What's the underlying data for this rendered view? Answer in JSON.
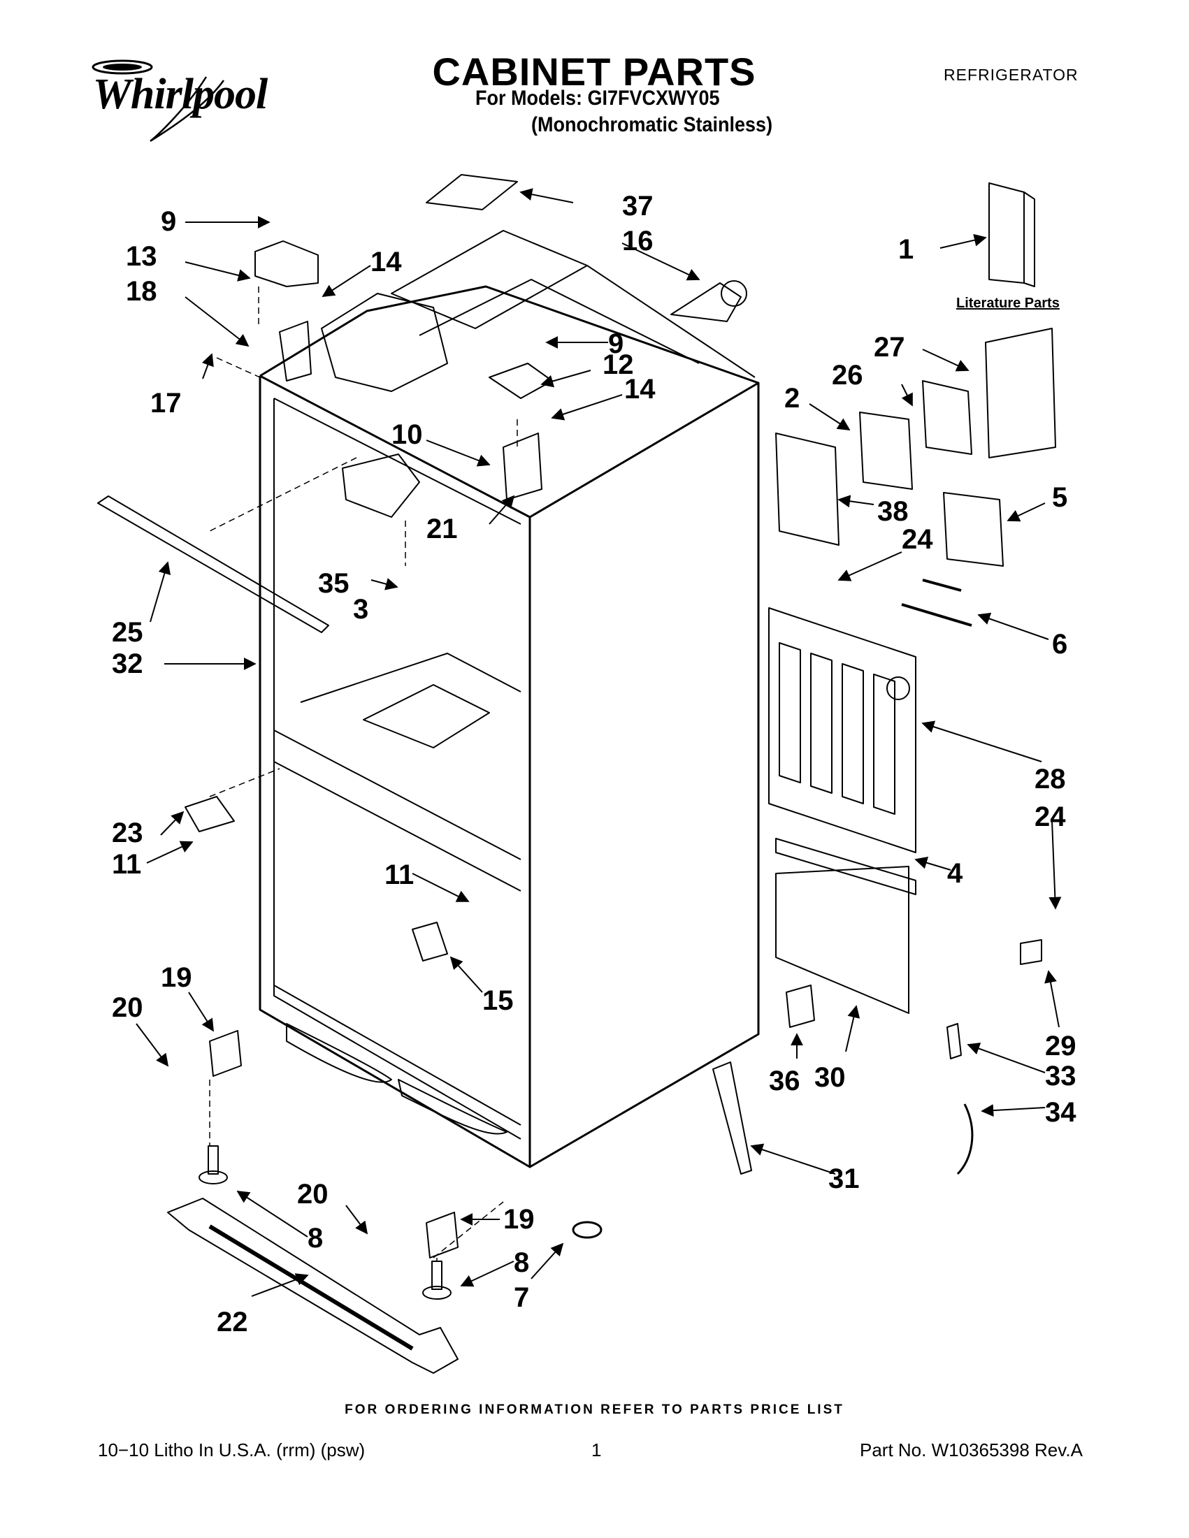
{
  "header": {
    "brand": "Whirlpool",
    "title": "CABINET PARTS",
    "models_line": "For Models: GI7FVCXWY05",
    "variant_line": "(Monochromatic Stainless)",
    "product_type": "REFRIGERATOR"
  },
  "diagram": {
    "literature_label": "Literature Parts",
    "callouts": [
      "1",
      "2",
      "3",
      "4",
      "5",
      "6",
      "7",
      "8",
      "8",
      "9",
      "9",
      "10",
      "11",
      "11",
      "12",
      "13",
      "14",
      "14",
      "15",
      "16",
      "17",
      "18",
      "19",
      "19",
      "20",
      "20",
      "21",
      "22",
      "23",
      "24",
      "24",
      "25",
      "26",
      "27",
      "28",
      "29",
      "30",
      "31",
      "32",
      "33",
      "34",
      "35",
      "36",
      "37",
      "38"
    ]
  },
  "footer": {
    "ordering_note": "FOR ORDERING INFORMATION REFER TO PARTS PRICE LIST",
    "print_info": "10−10 Litho In U.S.A. (rrm) (psw)",
    "page_number": "1",
    "part_number": "Part No. W10365398 Rev.A"
  }
}
